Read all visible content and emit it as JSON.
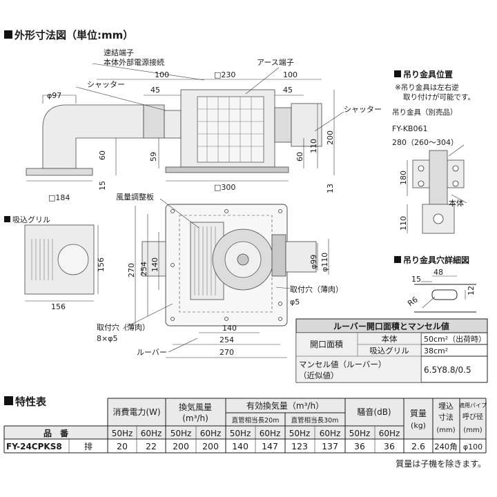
{
  "header": {
    "dimensions_title": "外形寸法図（単位:mm）",
    "mount_pos_title": "吊り金具位置",
    "mount_note_1": "※吊り金具は左右逆",
    "mount_note_2": "取り付けが可能です。",
    "mount_part_label": "吊り金具（別売品）",
    "mount_part_no": "FY-KB061",
    "mount_part_range": "280（260〜304）",
    "hole_detail_title": "吊り金具穴詳細図",
    "spec_title": "特性表"
  },
  "labels": {
    "connector": "速結端子",
    "connector_sub": "本体外部電源接続",
    "earth": "アース端子",
    "shutter_left": "シャッター",
    "shutter_right": "シャッター",
    "damper": "風量調整板",
    "intake_grille": "吸込グリル",
    "mount_hole_a": "取付穴（薄肉）",
    "mount_hole_a_size": "φ5",
    "mount_hole_b": "取付穴（薄肉）",
    "mount_hole_b_size": "8×φ5",
    "louver": "ルーバー",
    "body": "本体"
  },
  "dims": {
    "phi97": "φ97",
    "d100a": "100",
    "d45a": "45",
    "sq230": "□230",
    "d100b": "100",
    "d45b": "45",
    "d60a": "60",
    "d15": "15",
    "d59": "59",
    "d60b": "60",
    "d110a": "110",
    "d200": "200",
    "d13": "13",
    "sq184": "□184",
    "sq300": "□300",
    "d156v": "156",
    "d270v": "270",
    "d254v": "254",
    "d140v": "140",
    "d156h": "156",
    "phi99": "φ99",
    "phi110": "φ110",
    "d140h": "140",
    "d254h": "254",
    "d270h": "270",
    "d180": "180",
    "d110b": "110",
    "d48": "48",
    "d15b": "15",
    "d12": "12",
    "r6": "R6"
  },
  "louver_table": {
    "title": "ルーバー開口面積とマンセル値",
    "row1_label": "開口面積",
    "row1a_part": "本体",
    "row1a_value": "50cm²（出荷時）",
    "row1b_part": "吸込グリル",
    "row1b_value": "38cm²",
    "row2_label_1": "マンセル値（ルーバー）",
    "row2_label_2": "（近似値）",
    "row2_value": "6.5Y8.8/0.5"
  },
  "spec_table": {
    "h_power": "消費電力(W)",
    "h_airflow": "換気風量",
    "h_airflow_unit": "(m³/h)",
    "h_effective": "有効換気量（m³/h）",
    "h_duct20": "直管相当長20m",
    "h_duct30": "直管相当長30m",
    "h_noise": "騒音(dB)",
    "h_mass": "質量",
    "h_mass_unit": "(kg)",
    "h_embed_1": "埋込",
    "h_embed_2": "寸法",
    "h_embed_3": "(mm)",
    "h_pipe_1": "適用パイプ",
    "h_pipe_2": "呼び径",
    "h_pipe_3": "(mm)",
    "h_model": "品　番",
    "hz50": "50Hz",
    "hz60": "60Hz",
    "model": "FY-24CPKS8",
    "mode": "排",
    "values": [
      "20",
      "22",
      "200",
      "200",
      "140",
      "147",
      "123",
      "137",
      "36",
      "36",
      "2.6",
      "240角",
      "φ100"
    ],
    "footnote": "質量は子機を除きます。"
  }
}
